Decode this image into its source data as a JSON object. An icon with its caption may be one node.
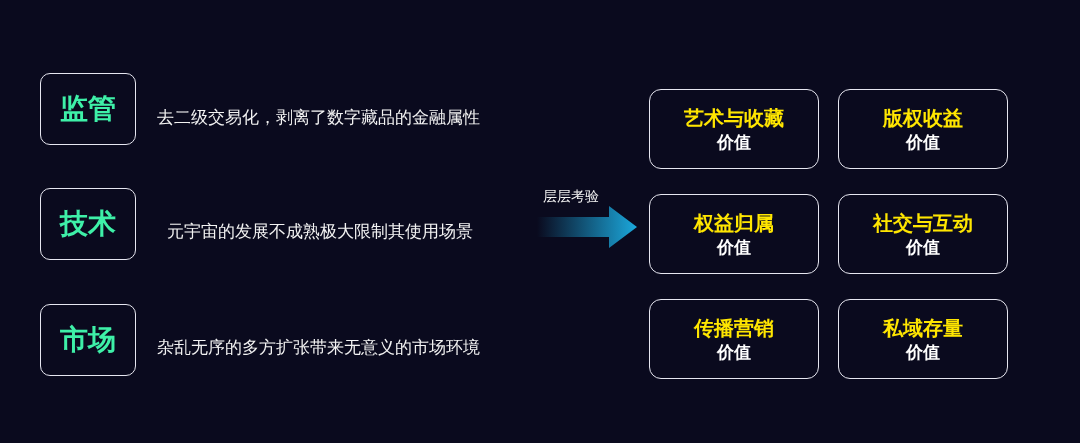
{
  "diagram": {
    "nodes": [
      {
        "text": [
          "监管"
        ],
        "beside": [
          "去二级交易化，剥离了数字藏品的金融属性"
        ]
      },
      {
        "text": [
          "技术"
        ],
        "beside": [
          "元宇宙的发展不成熟极大限制其使用场景"
        ]
      },
      {
        "text": [
          "市场"
        ],
        "beside": [
          "杂乱无序的多方扩张带来无意义的市场环境"
        ]
      },
      {
        "text": [
          "艺术与收藏",
          "价值"
        ]
      },
      {
        "text": [
          "版权收益",
          "价值"
        ]
      },
      {
        "text": [
          "权益归属",
          "价值"
        ]
      },
      {
        "text": [
          "社交与互动",
          "价值"
        ]
      },
      {
        "text": [
          "传播营销",
          "价值"
        ]
      },
      {
        "text": [
          "私域存量",
          "价值"
        ]
      }
    ],
    "labels": [
      "层层考验"
    ]
  }
}
